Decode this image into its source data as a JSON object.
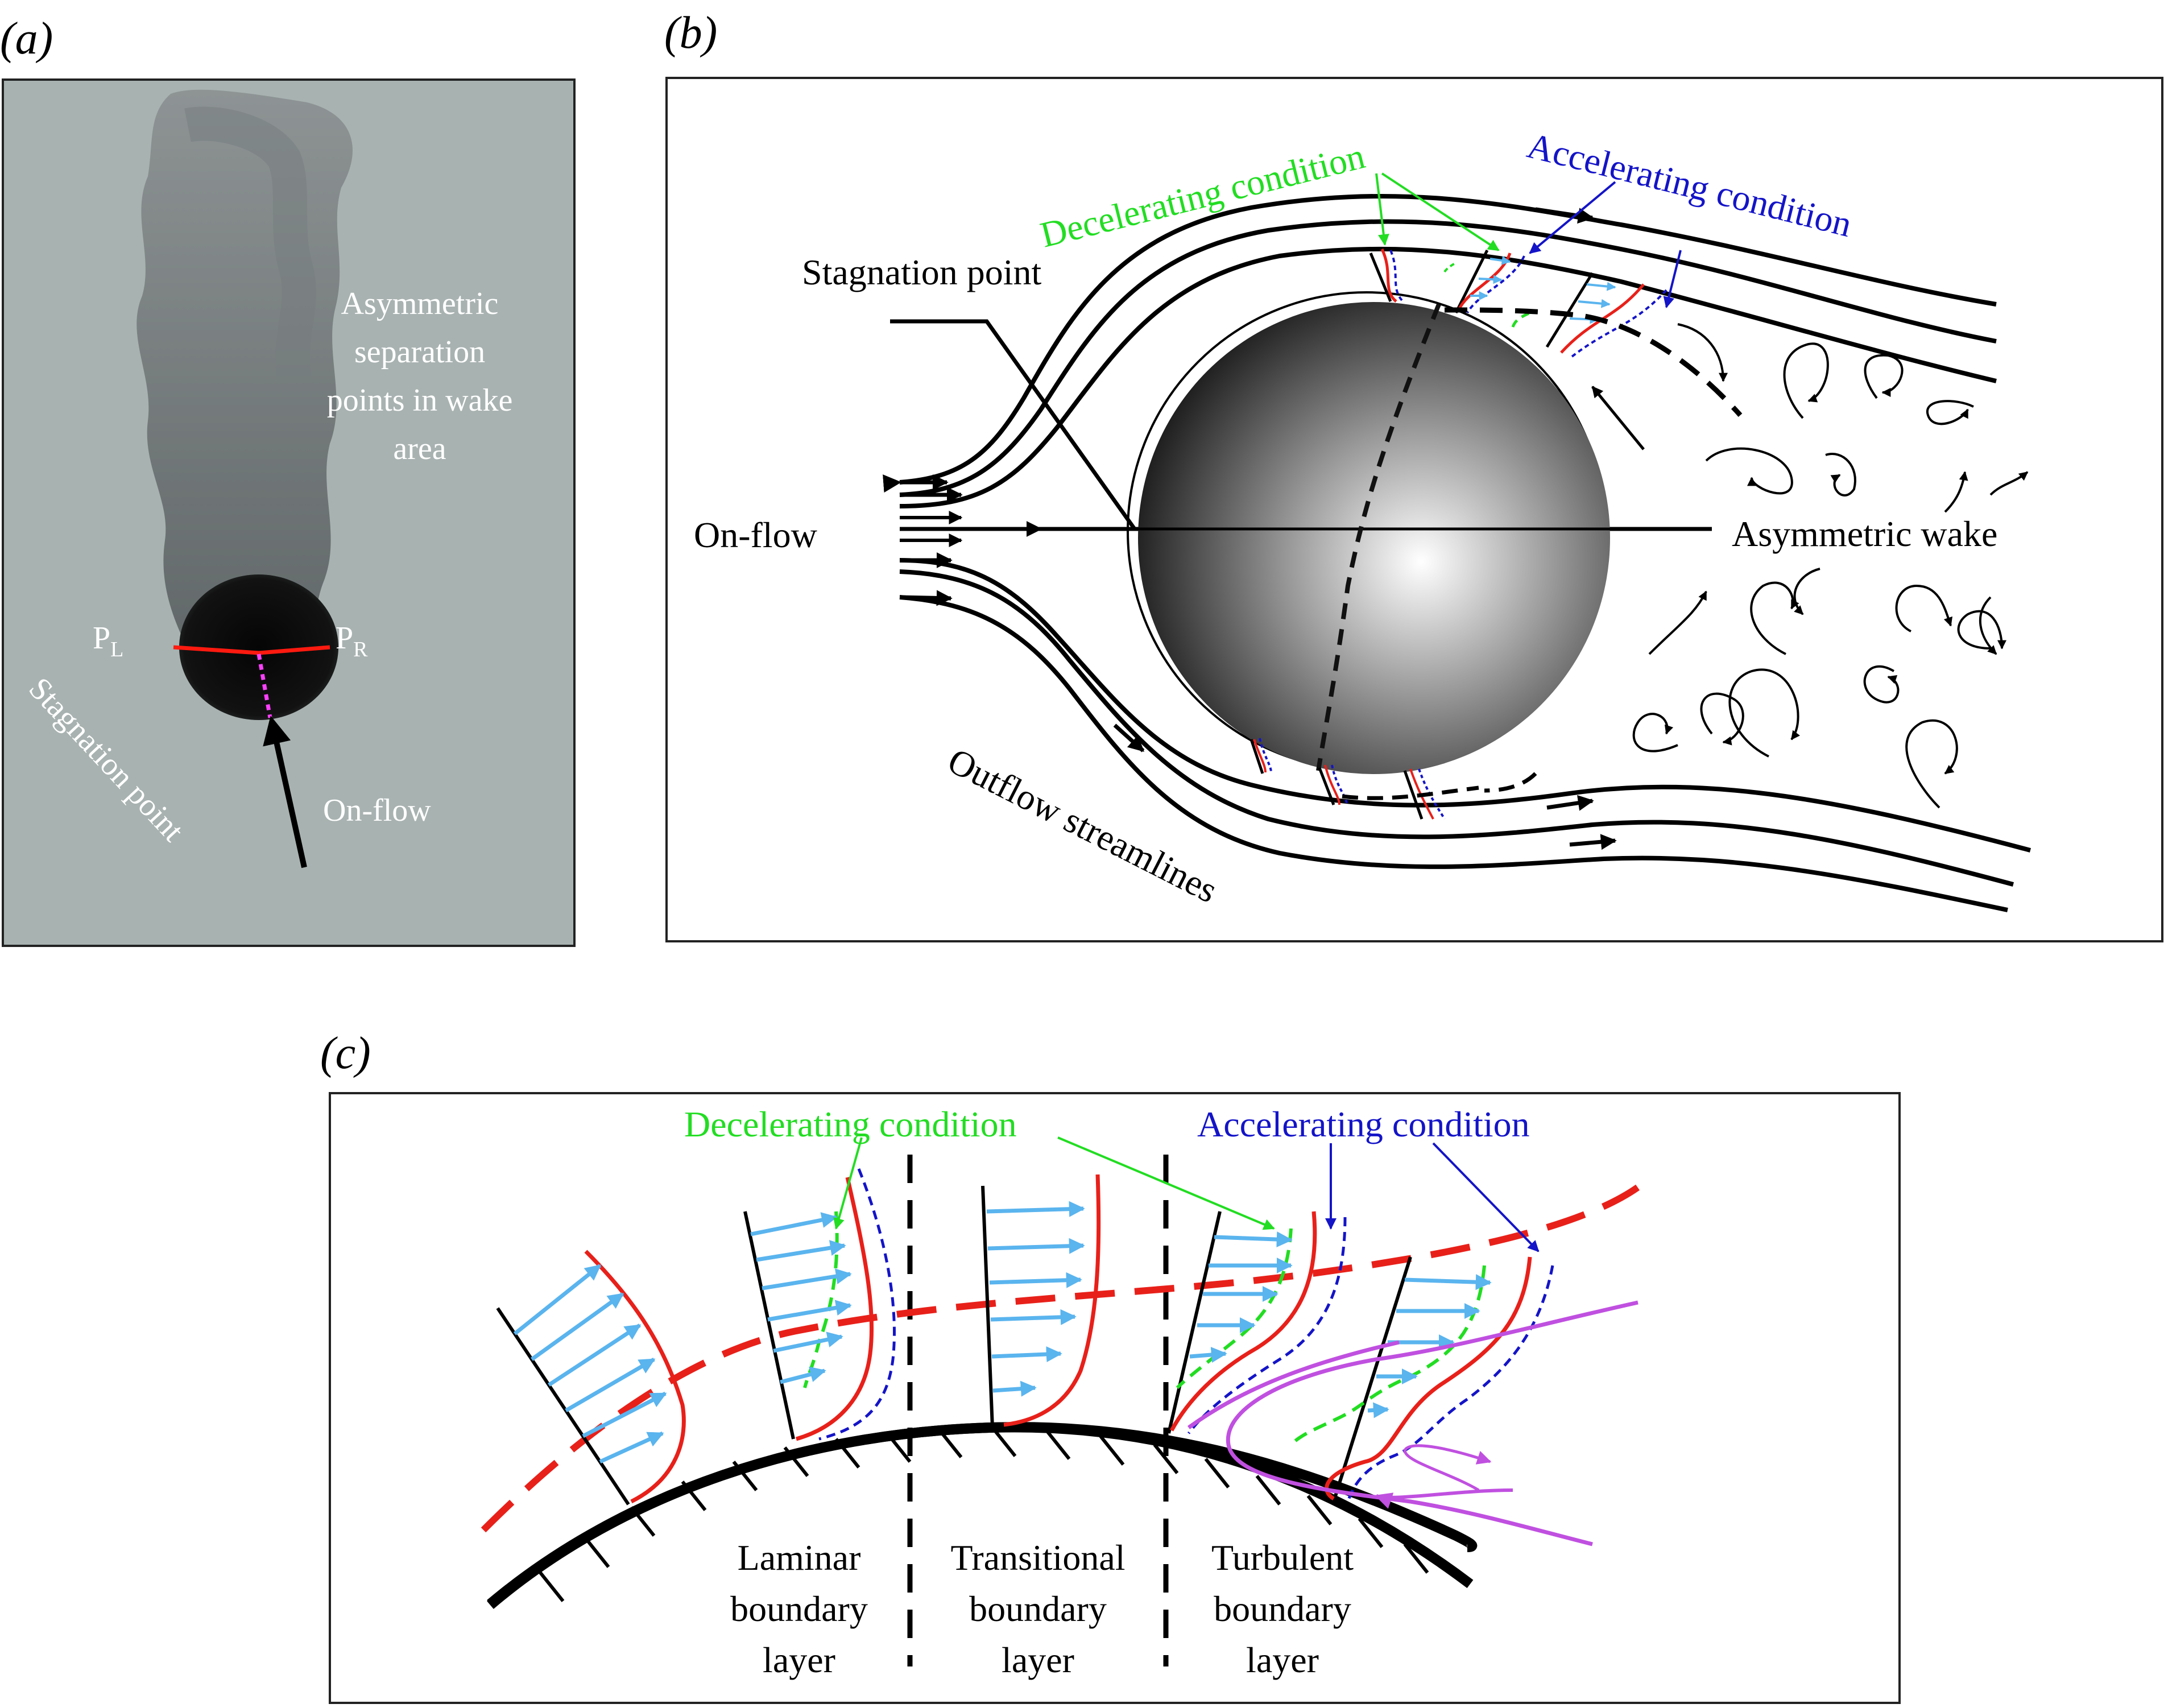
{
  "colors": {
    "laminar_profile": "#e8201a",
    "decelerating": "#22dd22",
    "accelerating": "#1414c8",
    "velocity_arrow": "#5ab4ee",
    "separation_line": "#e8201a",
    "reverse_flow": "#c050e0",
    "photo_background": "#a8b2b1"
  },
  "panel_a": {
    "label": "(a)",
    "annotation_wake": [
      "Asymmetric",
      "separation",
      "points in wake",
      "area"
    ],
    "left_point": {
      "letter": "P",
      "sub": "L"
    },
    "right_point": {
      "letter": "P",
      "sub": "R"
    },
    "stagnation_label": "Stagnation point",
    "onflow_label": "On-flow"
  },
  "panel_b": {
    "label": "(b)",
    "decelerating_label": "Decelerating condition",
    "accelerating_label": "Accelerating condition",
    "stagnation_label": "Stagnation point",
    "onflow_label": "On-flow",
    "wake_label": "Asymmetric wake",
    "outflow_label": "Outflow streamlines"
  },
  "panel_c": {
    "label": "(c)",
    "decelerating_label": "Decelerating condition",
    "accelerating_label": "Accelerating condition",
    "regions": [
      {
        "lines": [
          "Laminar",
          "boundary",
          "layer"
        ]
      },
      {
        "lines": [
          "Transitional",
          "boundary",
          "layer"
        ]
      },
      {
        "lines": [
          "Turbulent",
          "boundary",
          "layer"
        ]
      }
    ]
  }
}
